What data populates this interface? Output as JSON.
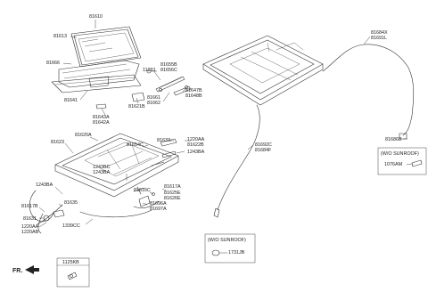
{
  "labels": {
    "l81610": "81610",
    "l81613": "81613",
    "l81666": "81666",
    "l11291": "11291",
    "l81655B": "81655B",
    "l81656C": "81656C",
    "l81641": "81641",
    "l81661": "81661",
    "l81662": "81662",
    "l81621B": "81621B",
    "l81647B": "81647B",
    "l81648B": "81648B",
    "l81643A": "81643A",
    "l81642A": "81642A",
    "l81620A": "81620A",
    "l81623": "81623",
    "l81654C": "81654C",
    "l81633": "81633",
    "l1220AA_r": "1220AA",
    "l81622B": "81622B",
    "l1243BA_r": "1243BA",
    "l1243BC": "1243BC",
    "l1243BA_m": "1243BA",
    "l1243BA_l": "1243BA",
    "l81616C": "81616C",
    "l81617A": "81617A",
    "l81625E": "81625E",
    "l81626E": "81626E",
    "l81696A": "81696A",
    "l81697A": "81697A",
    "l81617B": "81617B",
    "l81635": "81635",
    "l81631": "81631",
    "l1220AA_l": "1220AA",
    "l1220AB": "1220AB",
    "l1339CC": "1339CC",
    "l81684X": "81684X",
    "l81691L": "81691L",
    "l81692C": "81692C",
    "l81684F": "81684F",
    "l81686B": "81686B",
    "l1076AM": "1076AM",
    "l1731JB": "1731JB"
  },
  "boxes": {
    "wo_sunroof_right": "(W/O SUNROOF)",
    "wo_sunroof_bottom": "(W/O SUNROOF)",
    "fastener_header": "1125KB"
  },
  "orientation_label": "FR."
}
